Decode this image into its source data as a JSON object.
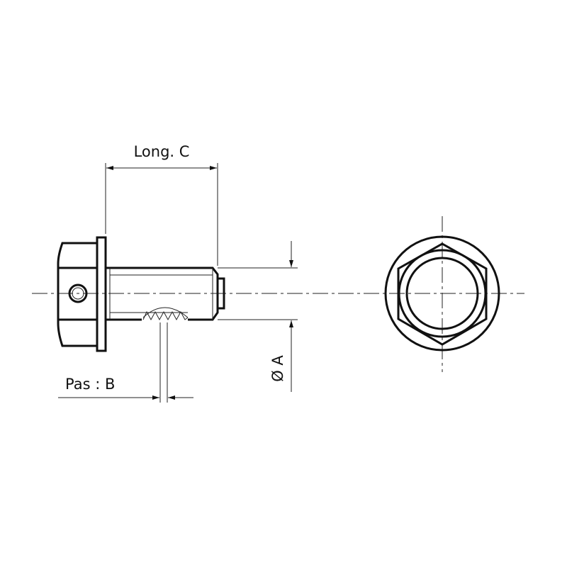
{
  "labels": {
    "length": "Long. C",
    "diameter": "Ø A",
    "pitch": "Pas : B"
  },
  "colors": {
    "line": "#111111",
    "background": "#ffffff"
  }
}
